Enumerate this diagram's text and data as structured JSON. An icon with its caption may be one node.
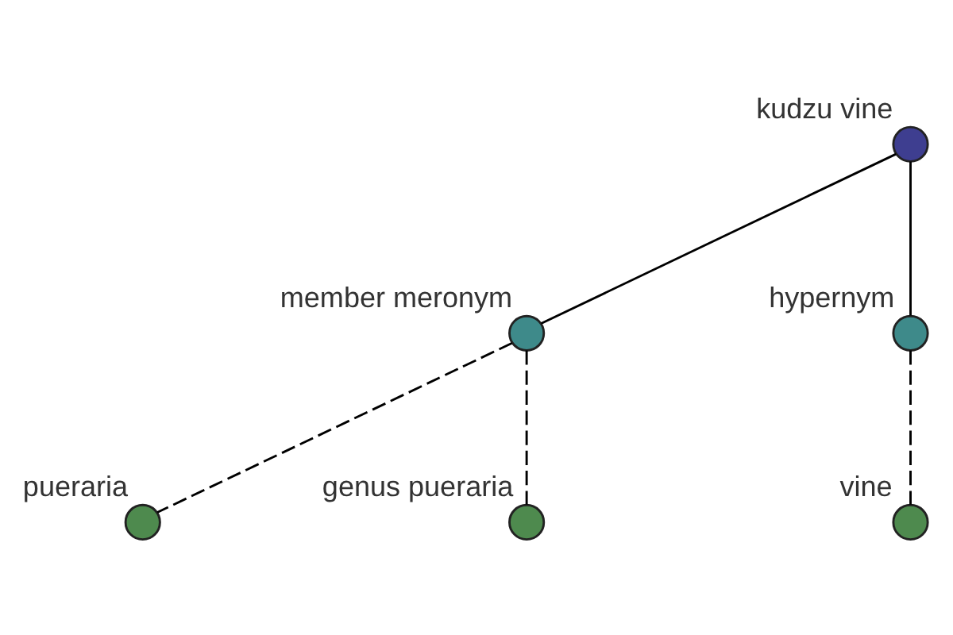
{
  "diagram": {
    "nodes": [
      {
        "text": [
          "pueraria"
        ]
      },
      {
        "text": [
          "genus pueraria"
        ]
      },
      {
        "text": [
          "member meronym"
        ]
      },
      {
        "text": [
          "kudzu vine"
        ]
      },
      {
        "text": [
          "hypernym"
        ]
      },
      {
        "text": [
          "vine"
        ]
      }
    ],
    "edges": [
      {
        "from": 3,
        "to": 2,
        "arrow": "none"
      },
      {
        "from": 2,
        "to": 0,
        "arrow": "none",
        "style": "dashed"
      },
      {
        "from": 2,
        "to": 1,
        "arrow": "none",
        "style": "dashed"
      },
      {
        "from": 3,
        "to": 4,
        "arrow": "none"
      },
      {
        "from": 4,
        "to": 5,
        "arrow": "none",
        "style": "dashed"
      }
    ]
  }
}
